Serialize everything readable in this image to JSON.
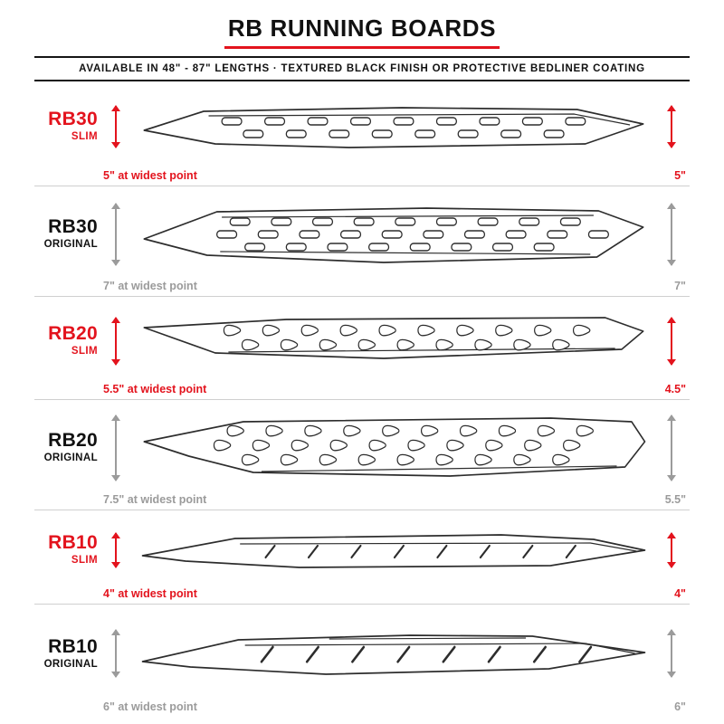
{
  "header": {
    "title": "RB RUNNING BOARDS",
    "subtitle": "AVAILABLE IN 48\" - 87\" LENGTHS · TEXTURED BLACK FINISH OR PROTECTIVE BEDLINER COATING"
  },
  "products": [
    {
      "model": "RB30",
      "variant": "SLIM",
      "width_label": "5\" at widest point",
      "height_label": "5\""
    },
    {
      "model": "RB30",
      "variant": "ORIGINAL",
      "width_label": "7\" at widest point",
      "height_label": "7\""
    },
    {
      "model": "RB20",
      "variant": "SLIM",
      "width_label": "5.5\" at widest point",
      "height_label": "4.5\""
    },
    {
      "model": "RB20",
      "variant": "ORIGINAL",
      "width_label": "7.5\" at widest point",
      "height_label": "5.5\""
    },
    {
      "model": "RB10",
      "variant": "SLIM",
      "width_label": "4\" at widest point",
      "height_label": "4\""
    },
    {
      "model": "RB10",
      "variant": "ORIGINAL",
      "width_label": "6\" at widest point",
      "height_label": "6\""
    }
  ],
  "icons": {
    "dimension_arrow": "double-headed-vertical-arrow"
  },
  "colors": {
    "red": "#e3131d",
    "black": "#111111",
    "gray": "#9b9b9b",
    "line_art": "#2d2d2d",
    "divider": "#cfcfcf"
  }
}
